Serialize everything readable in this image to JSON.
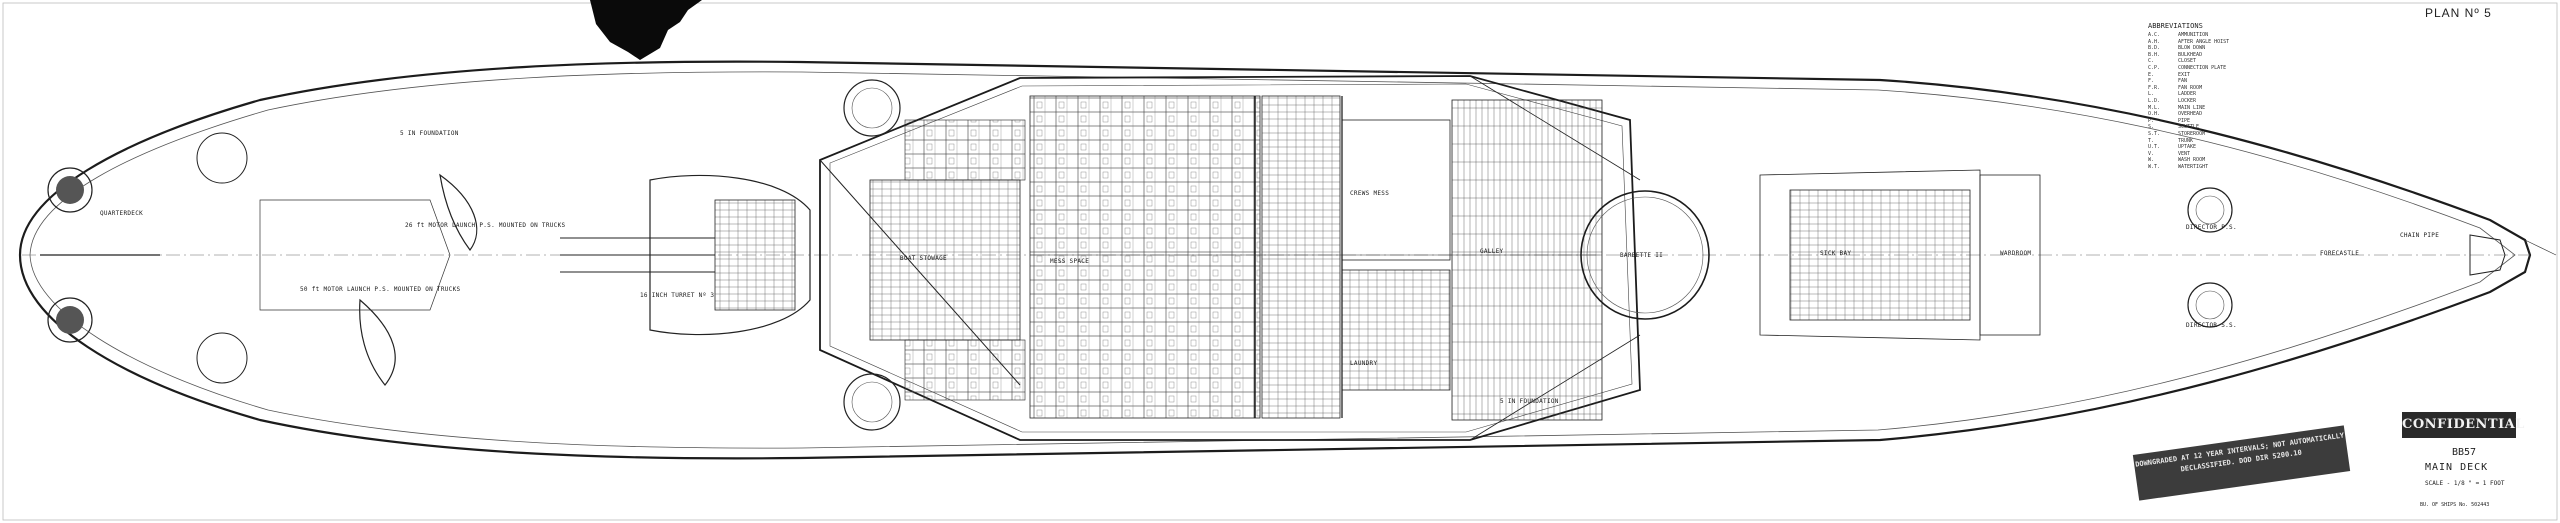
{
  "plan_title": "PLAN Nº 5",
  "abbreviations": {
    "title": "ABBREVIATIONS",
    "rows": [
      {
        "abbr": "A.C.",
        "meaning": "AMMUNITION"
      },
      {
        "abbr": "A.H.",
        "meaning": "AFTER ANGLE HOIST"
      },
      {
        "abbr": "B.D.",
        "meaning": "BLOW DOWN"
      },
      {
        "abbr": "B.H.",
        "meaning": "BULKHEAD"
      },
      {
        "abbr": "C.",
        "meaning": "CLOSET"
      },
      {
        "abbr": "C.P.",
        "meaning": "CONNECTION PLATE"
      },
      {
        "abbr": "E.",
        "meaning": "EXIT"
      },
      {
        "abbr": "F.",
        "meaning": "FAN"
      },
      {
        "abbr": "F.R.",
        "meaning": "FAN ROOM"
      },
      {
        "abbr": "L.",
        "meaning": "LADDER"
      },
      {
        "abbr": "L.D.",
        "meaning": "LOCKER"
      },
      {
        "abbr": "M.L.",
        "meaning": "MAIN LINE"
      },
      {
        "abbr": "O.H.",
        "meaning": "OVERHEAD"
      },
      {
        "abbr": "P.",
        "meaning": "PIPE"
      },
      {
        "abbr": "S.",
        "meaning": "SCUTTLE"
      },
      {
        "abbr": "S.T.",
        "meaning": "STOREROOM"
      },
      {
        "abbr": "T.",
        "meaning": "TRUNK"
      },
      {
        "abbr": "U.T.",
        "meaning": "UPTAKE"
      },
      {
        "abbr": "V.",
        "meaning": "VENT"
      },
      {
        "abbr": "W.",
        "meaning": "WASH ROOM"
      },
      {
        "abbr": "W.T.",
        "meaning": "WATERTIGHT"
      }
    ]
  },
  "labels": {
    "motor_launch_fwd": "26 ft MOTOR LAUNCH P.S. MOUNTED ON TRUCKS",
    "motor_launch_aft": "50 ft MOTOR LAUNCH P.S. MOUNTED ON TRUCKS",
    "turret_3": "16 INCH TURRET Nº 3",
    "barbette_2": "BARBETTE II",
    "director_port": "DIRECTOR P.S.",
    "director_stbd": "DIRECTOR S.S.",
    "quarterdeck": "QUARTERDECK",
    "mess_space": "MESS SPACE",
    "crews_mess": "CREWS MESS",
    "laundry": "LAUNDRY",
    "galley": "GALLEY",
    "sick_bay": "SICK BAY",
    "boat_stowage": "BOAT STOWAGE",
    "forecastle": "FORECASTLE",
    "chain_pipe": "CHAIN PIPE",
    "wardroom": "WARDROOM",
    "foundation_1": "5 IN FOUNDATION",
    "foundation_2": "5 IN FOUNDATION"
  },
  "confidential": "CONFIDENTIAL",
  "declass_stamp": "DOWNGRADED AT 12 YEAR INTERVALS; NOT AUTOMATICALLY DECLASSIFIED. DOD DIR 5200.10",
  "title_block": {
    "ship": "BB57",
    "deck": "MAIN DECK",
    "scale": "SCALE - 1/8 \" = 1 FOOT",
    "drawing_no": "BU. OF SHIPS No. 502443"
  }
}
